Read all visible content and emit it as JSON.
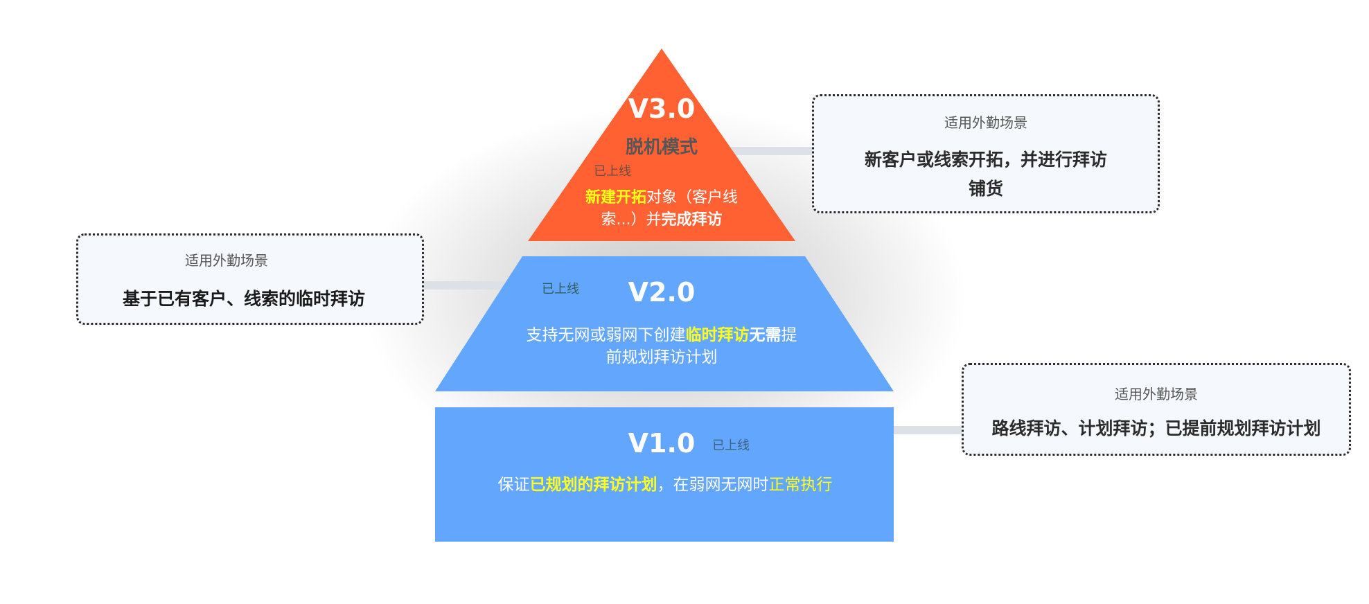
{
  "colors": {
    "tier3": "#ff6133",
    "tier2": "#63a6fe",
    "tier1": "#63a6fe",
    "connector": "#dbe1e6",
    "highlight": "#ffff1e"
  },
  "tiers": {
    "v3": {
      "version": "V3.0",
      "mode": "脱机模式",
      "status": "已上线",
      "desc_parts": [
        "新建开拓",
        "对象（客户线",
        "索...）并",
        "完成拜访"
      ]
    },
    "v2": {
      "version": "V2.0",
      "status": "已上线",
      "desc_parts": [
        "支持无网或弱网下创建",
        "临时拜访",
        "无需",
        "提",
        "前规划拜访计划"
      ]
    },
    "v1": {
      "version": "V1.0",
      "status": "已上线",
      "desc_parts": [
        "保证",
        "已规划的拜访计划",
        "，在弱网无网时",
        "正常执行"
      ]
    }
  },
  "callouts": {
    "top_right": {
      "title": "适用外勤场景",
      "line1": "新客户或线索开拓，并进行拜访",
      "line2": "铺货"
    },
    "left": {
      "title": "适用外勤场景",
      "line1": "基于已有客户、线索的临时拜访"
    },
    "bottom_right": {
      "title": "适用外勤场景",
      "line1": "路线拜访、计划拜访；已提前规划拜访计划"
    }
  }
}
